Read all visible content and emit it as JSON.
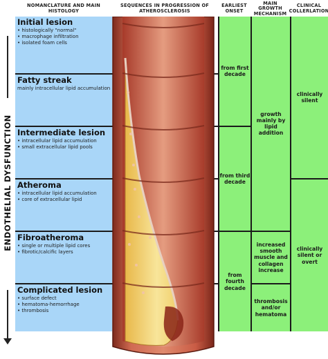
{
  "headers": {
    "nomenclature": "NOMANCLATURE AND MAIN HISTOLOGY",
    "sequences": "SEQUENCES IN PROGRESSION OF ATHEROSCLEROSIS",
    "onset": "EARLIEST ONSET",
    "mechanism": "MAIN GROWTH MECHANISM",
    "clinical": "CLINICAL COLLERLATION"
  },
  "side_label": "ENDOTHELIAL DYSFUNCTION",
  "stages": [
    {
      "title": "Initial lesion",
      "desc": "• histologically \"normal\"\n• macrophage infiltration\n• isolated foam cells"
    },
    {
      "title": "Fatty streak",
      "desc": "mainly intracellular lipid accumulation"
    },
    {
      "title": "Intermediate lesion",
      "desc": "• intracellular lipid accumulation\n• small extracellular lipid pools"
    },
    {
      "title": "Atheroma",
      "desc": "• intracellular lipid accumulation\n• core of extracellular lipid"
    },
    {
      "title": "Fibroatheroma",
      "desc": "• single or multiple lipid cores\n• fibrotic/calcific layers"
    },
    {
      "title": "Complicated lesion",
      "desc": "• surface defect\n• hematoma-hemorrhage\n• thrombosis"
    }
  ],
  "onset": [
    "from first decade",
    "from third decade",
    "from fourth decade"
  ],
  "mechanism": [
    "growth mainly by lipid addition",
    "increased smooth muscle and collagen increase",
    "thrombosis and/or hematoma"
  ],
  "clinical": [
    "clinically silent",
    "clinically silent or overt"
  ],
  "colors": {
    "stage_bg": "#a9d6f8",
    "green": "#8cf07a",
    "artery": "#c8533e",
    "lipid": "#f5d778"
  }
}
